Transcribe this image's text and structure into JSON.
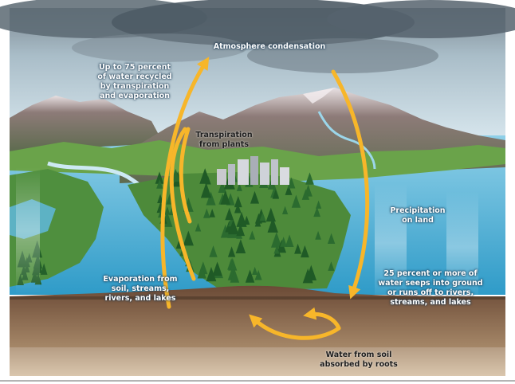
{
  "labels": {
    "condensation": "Atmosphere condensation",
    "recycled": "Up to 75 percent\nof water recycled\nby transpiration\nand evaporation",
    "transpiration": "Transpiration\nfrom plants",
    "precipitation": "Precipitation\non land",
    "seeps": "25 percent or more of\nwater seeps into ground\nor runs off to rivers,\nstreams, and lakes",
    "evaporation": "Evaporation from\nsoil, streams,\nrivers, and lakes",
    "roots": "Water from soil\nabsorbed by roots"
  },
  "colors": {
    "arrow": "#f7b62a",
    "sky": "#cfe3ee",
    "cloud": "#4a5862",
    "water": "#3fa9d0",
    "mountain": "#7d6f6a",
    "forest": "#2d6a2c",
    "soil": "#8a6a52"
  }
}
